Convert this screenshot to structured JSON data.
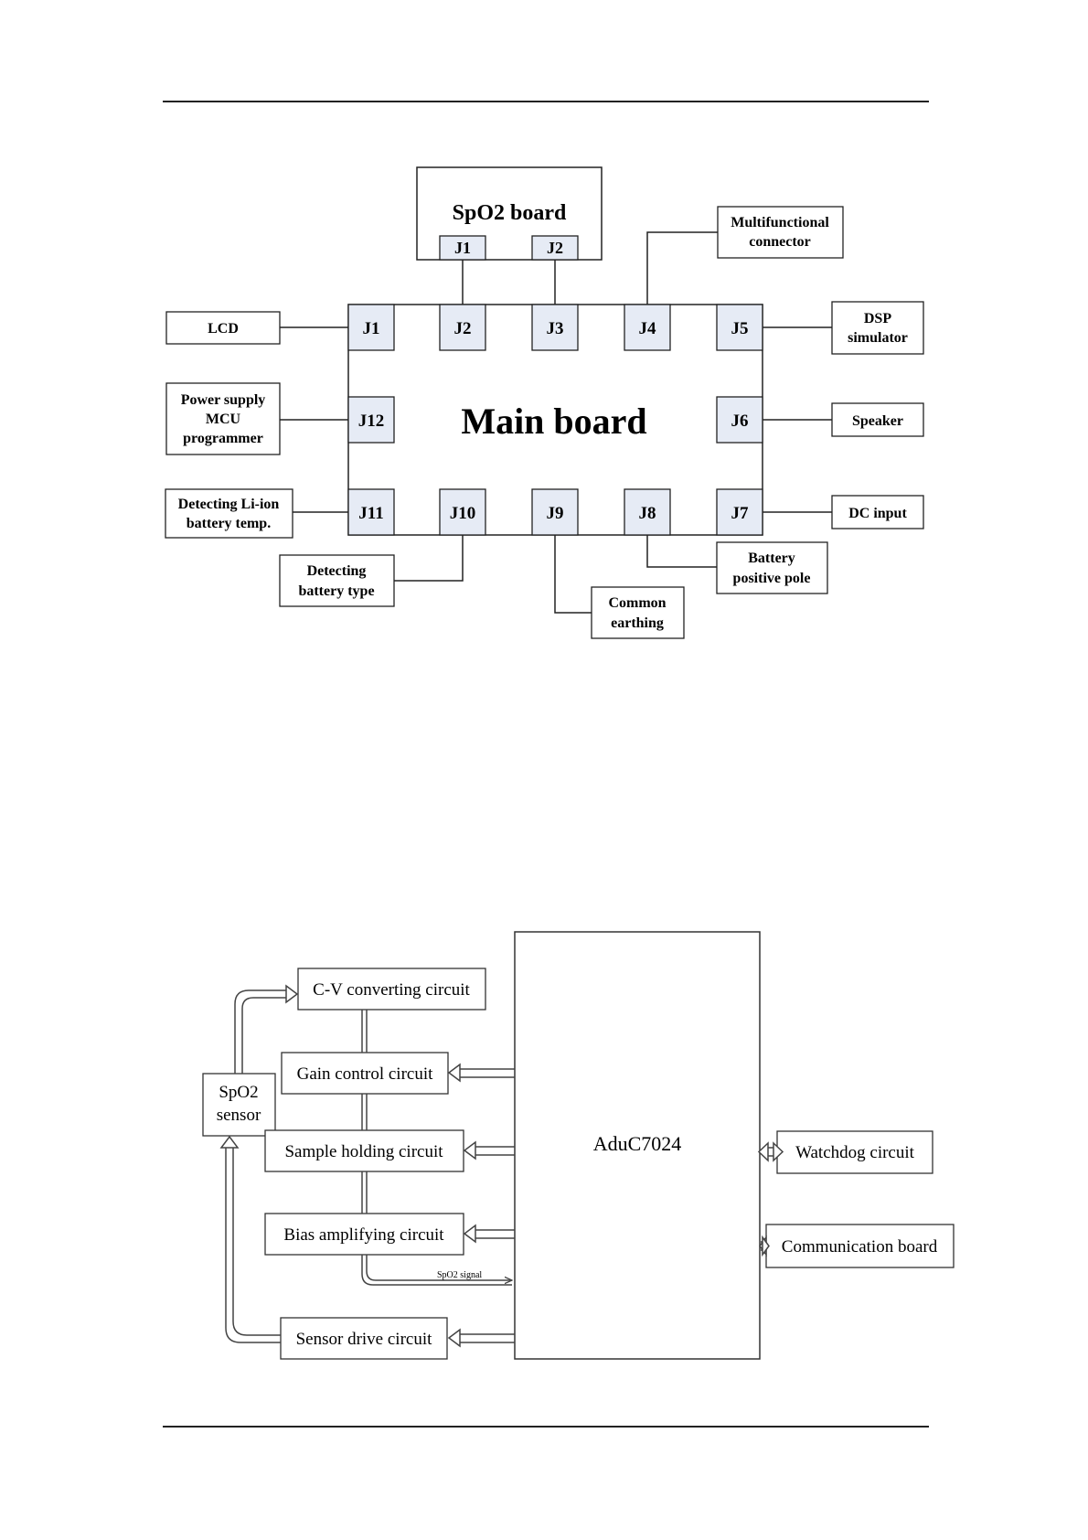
{
  "diagram1": {
    "spo2_board": {
      "title": "SpO2 board",
      "ports": [
        "J1",
        "J2"
      ]
    },
    "main_board": {
      "title": "Main board",
      "connectors": [
        "J1",
        "J2",
        "J3",
        "J4",
        "J5",
        "J6",
        "J7",
        "J8",
        "J9",
        "J10",
        "J11",
        "J12"
      ]
    },
    "external": {
      "lcd": "LCD",
      "power_supply": [
        "Power supply",
        "MCU",
        "programmer"
      ],
      "li_ion_temp": [
        "Detecting Li-ion",
        "battery temp."
      ],
      "battery_type": [
        "Detecting",
        "battery type"
      ],
      "common_earthing": [
        "Common",
        "earthing"
      ],
      "battery_pole": [
        "Battery",
        "positive pole"
      ],
      "dc_input": "DC input",
      "speaker": "Speaker",
      "dsp_simulator": [
        "DSP",
        "simulator"
      ],
      "multifunctional": [
        "Multifunctional",
        "connector"
      ]
    }
  },
  "diagram2": {
    "spo2_sensor": [
      "SpO2",
      "sensor"
    ],
    "cv_circuit": "C-V converting circuit",
    "gain_circuit": "Gain control circuit",
    "sample_circuit": "Sample holding circuit",
    "bias_circuit": "Bias amplifying circuit",
    "drive_circuit": "Sensor drive circuit",
    "mcu": "AduC7024",
    "watchdog": "Watchdog circuit",
    "comm_board": "Communication board",
    "spo2_signal_label": "SpO2 signal"
  },
  "colors": {
    "port_fill": "#e6ebf5",
    "line": "#222222",
    "arrow": "#444444"
  }
}
